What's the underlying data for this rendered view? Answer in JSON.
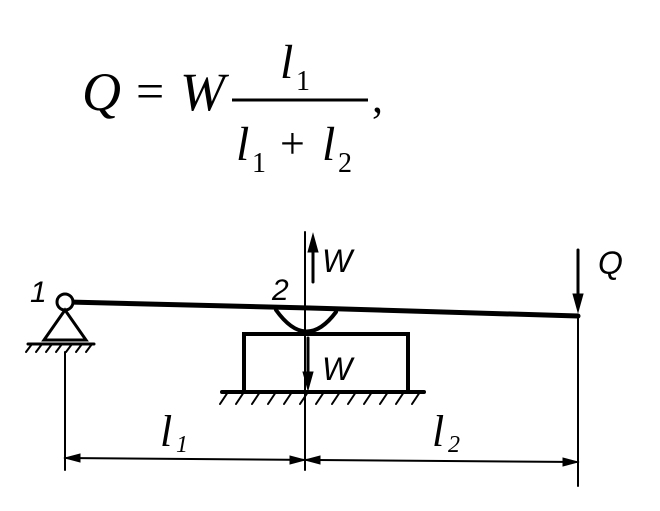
{
  "formula": {
    "lhs": "Q",
    "equals": "=",
    "factor": "W",
    "numerator": "l",
    "numerator_sub": "1",
    "denominator_a": "l",
    "denominator_a_sub": "1",
    "plus": "+",
    "denominator_b": "l",
    "denominator_b_sub": "2",
    "trailing": ","
  },
  "diagram": {
    "support_label": "1",
    "contact_label": "2",
    "upper_force_label": "W",
    "lower_force_label": "W",
    "end_force_label": "Q",
    "dim1_label": "l",
    "dim1_sub": "1",
    "dim2_label": "l",
    "dim2_sub": "2"
  }
}
